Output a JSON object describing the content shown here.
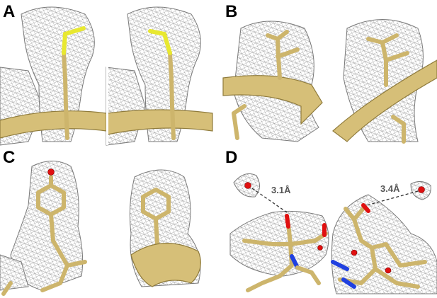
{
  "panels": [
    {
      "id": "A",
      "label": "A"
    },
    {
      "id": "B",
      "label": "B"
    },
    {
      "id": "C",
      "label": "C"
    },
    {
      "id": "D",
      "label": "D"
    }
  ],
  "distances": {
    "left": "3.1Å",
    "right": "3.4Å"
  },
  "colors": {
    "carbon": "#cdb56c",
    "sulfur": "#e8e830",
    "oxygen": "#e01010",
    "nitrogen": "#2040e0",
    "mesh": "#7a7a7a",
    "background": "#ffffff"
  }
}
